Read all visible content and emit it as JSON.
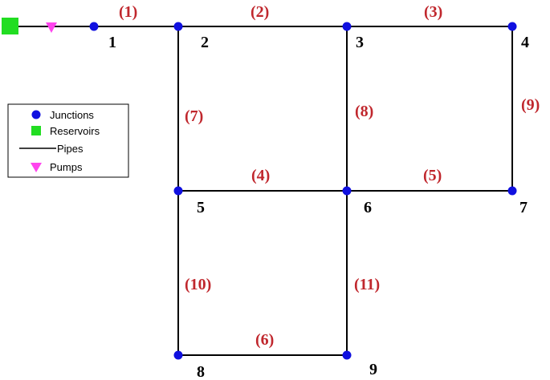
{
  "colors": {
    "junction": "#1010e0",
    "reservoir": "#22dd22",
    "pump": "#ff44ee",
    "pipe": "#000000",
    "pipe_label": "#c0272d"
  },
  "legend": {
    "junctions": "Junctions",
    "reservoirs": "Reservoirs",
    "pipes": "Pipes",
    "pumps": "Pumps"
  },
  "nodes": [
    "1",
    "2",
    "3",
    "4",
    "5",
    "6",
    "7",
    "8",
    "9"
  ],
  "pipes": [
    "(1)",
    "(2)",
    "(3)",
    "(4)",
    "(5)",
    "(6)",
    "(7)",
    "(8)",
    "(9)",
    "(10)",
    "(11)"
  ]
}
